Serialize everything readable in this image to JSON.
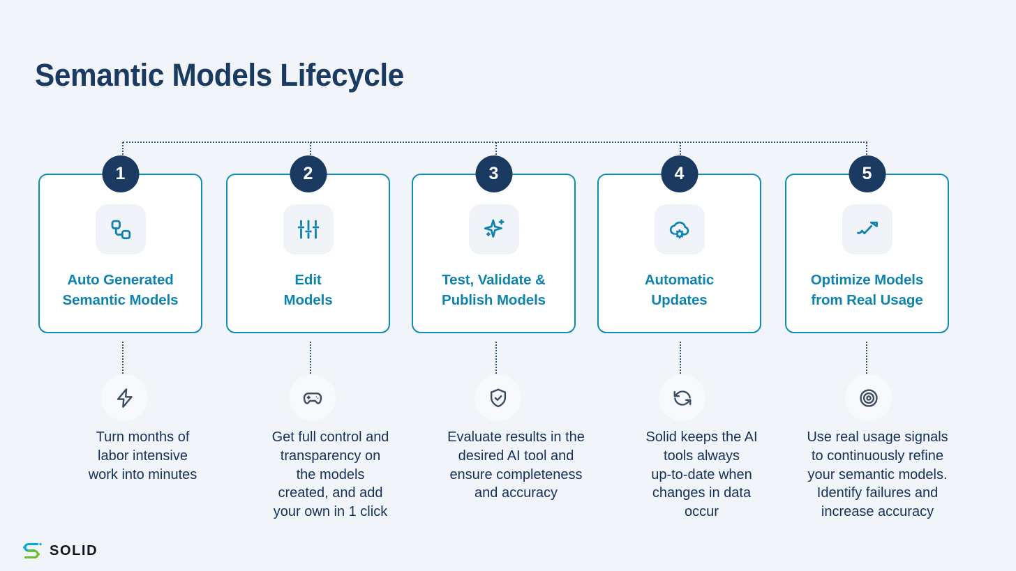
{
  "page": {
    "title": "Semantic Models Lifecycle",
    "background_color": "#f1f4f9",
    "title_color": "#1b3a61",
    "accent_teal": "#0f82ae",
    "navy": "#1b3a61",
    "card_border_color": "#0e8cb5",
    "body_text_color": "#14305a"
  },
  "steps": [
    {
      "number": "1",
      "icon": "workflow-nodes-icon",
      "title": "Auto Generated\nSemantic Models",
      "badge_icon": "zap-icon",
      "description": "Turn months of\nlabor intensive\nwork into minutes"
    },
    {
      "number": "2",
      "icon": "sliders-icon",
      "title": "Edit\nModels",
      "badge_icon": "gamepad-icon",
      "description": "Get full control and\ntransparency on\nthe models\ncreated, and add\nyour own in 1 click"
    },
    {
      "number": "3",
      "icon": "sparkles-icon",
      "title": "Test, Validate &\nPublish Models",
      "badge_icon": "shield-check-icon",
      "description": "Evaluate results in the\ndesired AI tool and\nensure completeness\nand accuracy"
    },
    {
      "number": "4",
      "icon": "cloud-cog-icon",
      "title": "Automatic\nUpdates",
      "badge_icon": "refresh-sync-icon",
      "description": "Solid keeps the AI\ntools always\nup-to-date when\nchanges in data\noccur"
    },
    {
      "number": "5",
      "icon": "trending-up-icon",
      "title": "Optimize Models\nfrom Real Usage",
      "badge_icon": "target-icon",
      "description": "Use real usage signals\nto continuously refine\nyour semantic models.\nIdentify failures and\nincrease accuracy"
    }
  ],
  "logo": {
    "mark_icon": "solid-s-logo-icon",
    "text": "SOLID",
    "mark_blue": "#00a5e3",
    "mark_green": "#6cbf2b",
    "text_color": "#13131a"
  }
}
